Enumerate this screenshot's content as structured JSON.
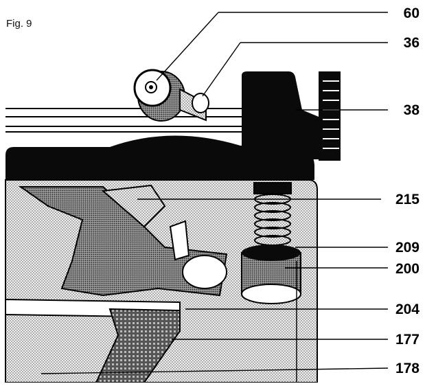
{
  "figure": {
    "label": "Fig. 9",
    "callouts": [
      {
        "id": "60",
        "text": "60"
      },
      {
        "id": "36",
        "text": "36"
      },
      {
        "id": "38",
        "text": "38"
      },
      {
        "id": "215",
        "text": "215"
      },
      {
        "id": "209",
        "text": "209"
      },
      {
        "id": "200",
        "text": "200"
      },
      {
        "id": "204",
        "text": "204"
      },
      {
        "id": "177",
        "text": "177"
      },
      {
        "id": "178",
        "text": "178"
      }
    ]
  }
}
